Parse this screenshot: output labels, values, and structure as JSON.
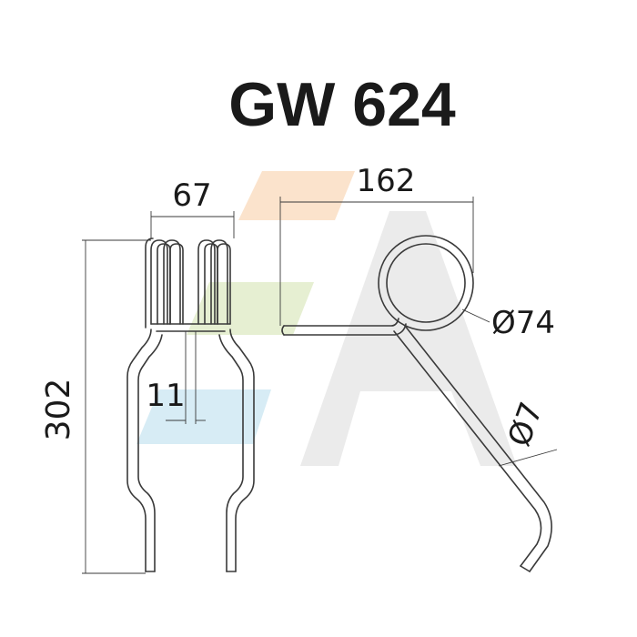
{
  "title": "GW 624",
  "dimensions": {
    "width_top": "67",
    "length": "162",
    "coil_diameter": "Ø74",
    "wire_diameter": "Ø7",
    "gap": "11",
    "height": "302"
  },
  "watermark": {
    "orange": "#fbe3cc",
    "green": "#e6efd2",
    "blue": "#d7ecf5",
    "gray": "#ebebeb"
  },
  "colors": {
    "line": "#3a3a3a",
    "text": "#1a1a1a"
  }
}
